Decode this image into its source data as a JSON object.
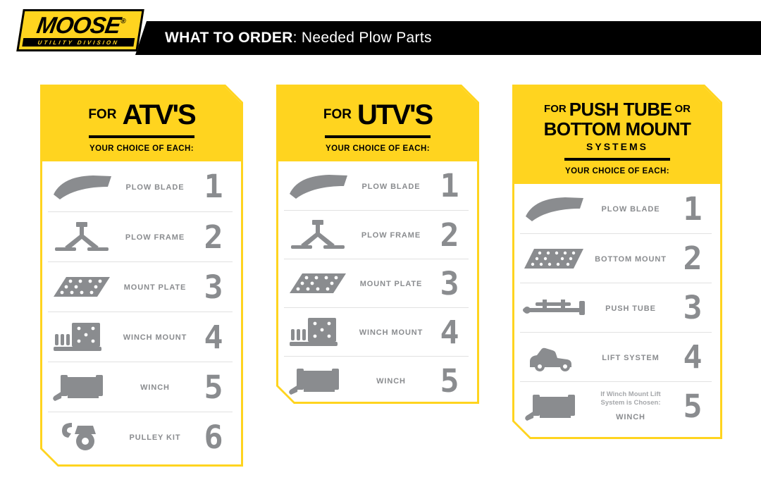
{
  "header": {
    "logo": {
      "brand": "MOOSE",
      "registered": "®",
      "sub": "UTILITY DIVISION"
    },
    "title_bold": "WHAT TO ORDER",
    "title_regular": ": Needed Plow Parts"
  },
  "colors": {
    "yellow": "#FFD41F",
    "black": "#000000",
    "gray": "#8A8C8F",
    "divider": "#E1E1E1",
    "note_gray": "#A6A8AB"
  },
  "cards": [
    {
      "title_prefix": "FOR",
      "title": "ATV'S",
      "subtitle": "YOUR CHOICE OF EACH:",
      "items": [
        {
          "icon": "plow-blade",
          "label": "PLOW BLADE",
          "number": "1"
        },
        {
          "icon": "plow-frame",
          "label": "PLOW FRAME",
          "number": "2"
        },
        {
          "icon": "mount-plate",
          "label": "MOUNT PLATE",
          "number": "3"
        },
        {
          "icon": "winch-mount",
          "label": "WINCH MOUNT",
          "number": "4"
        },
        {
          "icon": "winch",
          "label": "WINCH",
          "number": "5"
        },
        {
          "icon": "pulley-kit",
          "label": "PULLEY KIT",
          "number": "6"
        }
      ]
    },
    {
      "title_prefix": "FOR",
      "title": "UTV'S",
      "subtitle": "YOUR CHOICE OF EACH:",
      "items": [
        {
          "icon": "plow-blade",
          "label": "PLOW BLADE",
          "number": "1"
        },
        {
          "icon": "plow-frame",
          "label": "PLOW FRAME",
          "number": "2"
        },
        {
          "icon": "mount-plate",
          "label": "MOUNT PLATE",
          "number": "3"
        },
        {
          "icon": "winch-mount",
          "label": "WINCH MOUNT",
          "number": "4"
        },
        {
          "icon": "winch",
          "label": "WINCH",
          "number": "5"
        }
      ]
    },
    {
      "title_prefix": "FOR",
      "title_main1": "PUSH TUBE",
      "title_or": "OR",
      "title_main2": "BOTTOM MOUNT",
      "title_sub": "SYSTEMS",
      "subtitle": "YOUR CHOICE OF EACH:",
      "items": [
        {
          "icon": "plow-blade",
          "label": "PLOW BLADE",
          "number": "1"
        },
        {
          "icon": "bottom-mount",
          "label": "BOTTOM MOUNT",
          "number": "2"
        },
        {
          "icon": "push-tube",
          "label": "PUSH TUBE",
          "number": "3"
        },
        {
          "icon": "lift-system",
          "label": "LIFT SYSTEM",
          "number": "4"
        },
        {
          "icon": "winch",
          "note": "If Winch Mount Lift System is Chosen:",
          "label": "WINCH",
          "number": "5"
        }
      ]
    }
  ]
}
